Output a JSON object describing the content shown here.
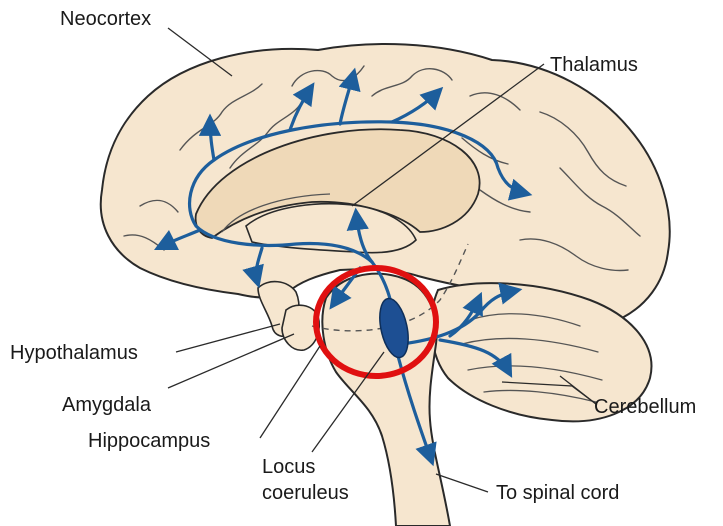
{
  "labels": {
    "neocortex": "Neocortex",
    "thalamus": "Thalamus",
    "hypothalamus": "Hypothalamus",
    "amygdala": "Amygdala",
    "hippocampus": "Hippocampus",
    "locus_coeruleus": "Locus\ncoeruleus",
    "cerebellum": "Cerebellum",
    "spinal_cord": "To spinal cord"
  },
  "colors": {
    "tissue": "#f6e6cf",
    "outline": "#2a2a2a",
    "pathway": "#1d5e9c",
    "nucleus": "#1d4f93",
    "highlight_circle": "#e01010"
  }
}
